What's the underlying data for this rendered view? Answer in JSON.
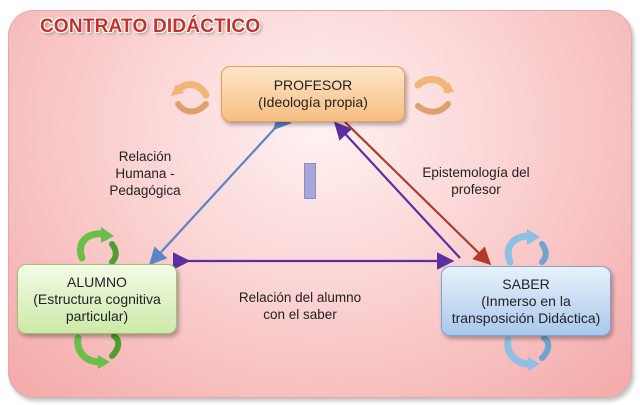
{
  "title": "CONTRATO DIDÁCTICO",
  "nodes": {
    "profesor": {
      "line1": "PROFESOR",
      "line2": "(Ideología propia)"
    },
    "alumno": {
      "line1": "ALUMNO",
      "line2": "(Estructura cognitiva",
      "line3": "particular)"
    },
    "saber": {
      "line1": "SABER",
      "line2": "(Inmerso en la",
      "line3": "transposición Didáctica)"
    }
  },
  "relations": {
    "profesor_alumno": {
      "line1": "Relación",
      "line2": "Humana -",
      "line3": "Pedagógica"
    },
    "profesor_saber": {
      "line1": "Epistemología del",
      "line2": "profesor"
    },
    "alumno_saber": {
      "line1": "Relación del alumno",
      "line2": "con el saber"
    }
  },
  "colors": {
    "title": "#c4322b",
    "arrow_blue": "#5a84c8",
    "arrow_purple": "#5b2fa0",
    "arrow_red": "#b03a2e",
    "cycle_orange": "#f0b577",
    "cycle_green": "#6bbf48",
    "cycle_blue": "#8ec0e4"
  }
}
